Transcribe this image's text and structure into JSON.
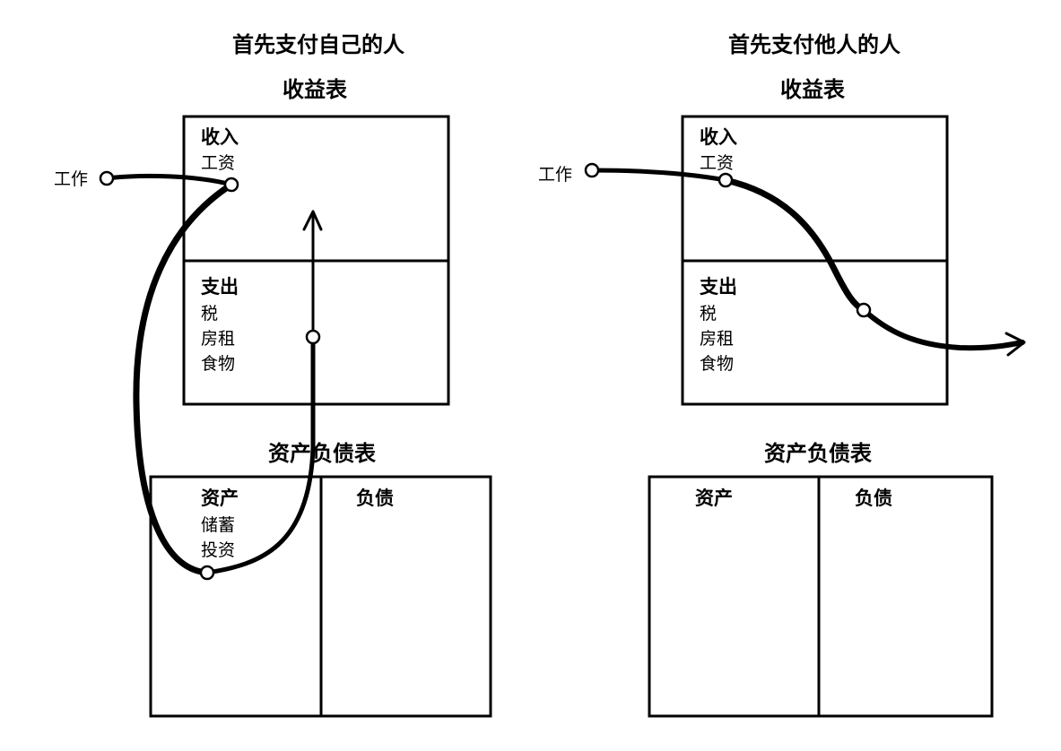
{
  "left": {
    "title": "首先支付自己的人",
    "income_statement": {
      "title": "收益表",
      "income": {
        "heading": "收入",
        "items": [
          "工资"
        ]
      },
      "expense": {
        "heading": "支出",
        "items": [
          "税",
          "房租",
          "食物"
        ]
      }
    },
    "balance_sheet": {
      "title": "资产负债表",
      "assets": {
        "heading": "资产",
        "items": [
          "储蓄",
          "投资"
        ]
      },
      "liabilities": {
        "heading": "负债",
        "items": []
      }
    },
    "source_label": "工作"
  },
  "right": {
    "title": "首先支付他人的人",
    "income_statement": {
      "title": "收益表",
      "income": {
        "heading": "收入",
        "items": [
          "工资"
        ]
      },
      "expense": {
        "heading": "支出",
        "items": [
          "税",
          "房租",
          "食物"
        ]
      }
    },
    "balance_sheet": {
      "title": "资产负债表",
      "assets": {
        "heading": "资产",
        "items": []
      },
      "liabilities": {
        "heading": "负债",
        "items": []
      }
    },
    "source_label": "工作"
  }
}
